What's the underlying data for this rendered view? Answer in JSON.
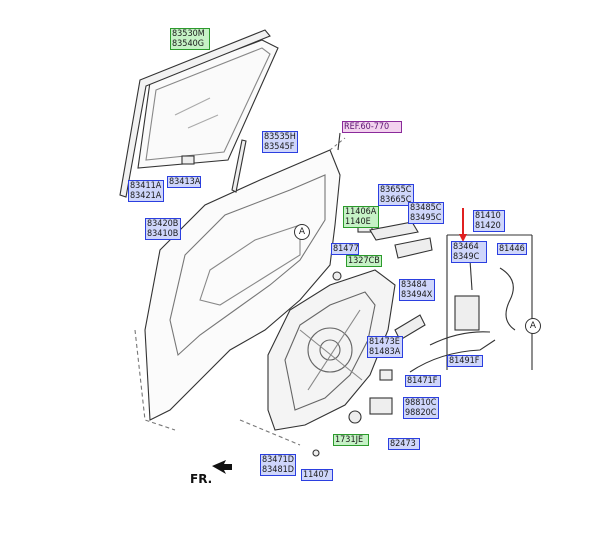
{
  "labels": {
    "glass": [
      "83530M",
      "83540G"
    ],
    "channel_front": [
      "83535H",
      "83545F"
    ],
    "ref": "REF.60-770",
    "run_a": [
      "83411A",
      "83421A"
    ],
    "run_b": "83413A",
    "sash": [
      "83420B",
      "83410B"
    ],
    "bolt_1140": [
      "11406A",
      "1140E"
    ],
    "part_8147": "81477",
    "part_1327": "1327CB",
    "handle_a": [
      "83655C",
      "83665C"
    ],
    "handle_b": [
      "83485C",
      "83495C"
    ],
    "lock_main": [
      "81410",
      "81420"
    ],
    "part_83464": [
      "83464",
      "8349C"
    ],
    "part_81446": "81446",
    "part_83484": [
      "83484",
      "83494X"
    ],
    "part_81473": [
      "81473E",
      "81483A"
    ],
    "part_81491": "81491F",
    "part_81471": "81471F",
    "part_98810": [
      "98810C",
      "98820C"
    ],
    "part_1731": "1731JE",
    "part_82473": "82473",
    "part_83471": [
      "83471D",
      "83481D"
    ],
    "part_11407": "11407"
  },
  "callouts": {
    "a1": "A",
    "a2": "A"
  },
  "direction_label": "FR.",
  "colors": {
    "box_blue": "#cfd6fb",
    "box_green": "#c6f2c6",
    "box_purple": "#f2d2ee",
    "marker_red": "#e02020"
  }
}
